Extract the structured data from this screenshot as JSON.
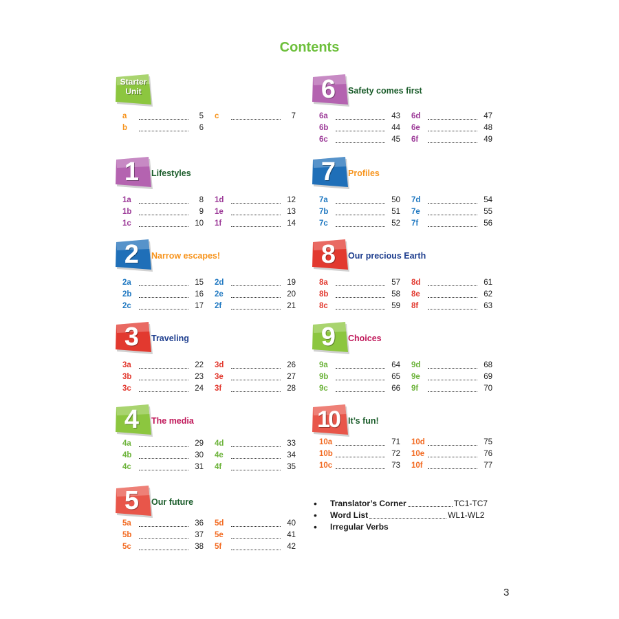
{
  "title": "Contents",
  "page_number": "3",
  "colors": {
    "title": "#6cbf3a"
  },
  "units": [
    {
      "id": "starter",
      "badge": "Starter Unit",
      "badge_lines": [
        "Starter",
        "Unit"
      ],
      "title": "",
      "badge_color": "#8cc63f",
      "title_color": "#1a5c2a",
      "code_color": "#f7941d",
      "columns": [
        [
          {
            "code": "a",
            "page": "5"
          },
          {
            "code": "b",
            "page": "6"
          }
        ],
        [
          {
            "code": "c",
            "page": "7"
          }
        ]
      ]
    },
    {
      "id": "1",
      "badge": "1",
      "title": "Lifestyles",
      "badge_color": "#b463b0",
      "title_color": "#1a5c2a",
      "code_color": "#9c3a98",
      "columns": [
        [
          {
            "code": "1a",
            "page": "8"
          },
          {
            "code": "1b",
            "page": "9"
          },
          {
            "code": "1c",
            "page": "10"
          }
        ],
        [
          {
            "code": "1d",
            "page": "12"
          },
          {
            "code": "1e",
            "page": "13"
          },
          {
            "code": "1f",
            "page": "14"
          }
        ]
      ]
    },
    {
      "id": "2",
      "badge": "2",
      "title": "Narrow escapes!",
      "badge_color": "#1f6fb8",
      "title_color": "#f7941d",
      "code_color": "#1f78c1",
      "columns": [
        [
          {
            "code": "2a",
            "page": "15"
          },
          {
            "code": "2b",
            "page": "16"
          },
          {
            "code": "2c",
            "page": "17"
          }
        ],
        [
          {
            "code": "2d",
            "page": "19"
          },
          {
            "code": "2e",
            "page": "20"
          },
          {
            "code": "2f",
            "page": "21"
          }
        ]
      ]
    },
    {
      "id": "3",
      "badge": "3",
      "title": "Traveling",
      "badge_color": "#e2392f",
      "title_color": "#1f3f8f",
      "code_color": "#e2392f",
      "columns": [
        [
          {
            "code": "3a",
            "page": "22"
          },
          {
            "code": "3b",
            "page": "23"
          },
          {
            "code": "3c",
            "page": "24"
          }
        ],
        [
          {
            "code": "3d",
            "page": "26"
          },
          {
            "code": "3e",
            "page": "27"
          },
          {
            "code": "3f",
            "page": "28"
          }
        ]
      ]
    },
    {
      "id": "4",
      "badge": "4",
      "title": "The media",
      "badge_color": "#8cc63f",
      "title_color": "#c0185a",
      "code_color": "#6cb33a",
      "columns": [
        [
          {
            "code": "4a",
            "page": "29"
          },
          {
            "code": "4b",
            "page": "30"
          },
          {
            "code": "4c",
            "page": "31"
          }
        ],
        [
          {
            "code": "4d",
            "page": "33"
          },
          {
            "code": "4e",
            "page": "34"
          },
          {
            "code": "4f",
            "page": "35"
          }
        ]
      ]
    },
    {
      "id": "5",
      "badge": "5",
      "title": "Our future",
      "badge_color": "#e8564a",
      "title_color": "#1a5c2a",
      "code_color": "#f26a21",
      "columns": [
        [
          {
            "code": "5a",
            "page": "36"
          },
          {
            "code": "5b",
            "page": "37"
          },
          {
            "code": "5c",
            "page": "38"
          }
        ],
        [
          {
            "code": "5d",
            "page": "40"
          },
          {
            "code": "5e",
            "page": "41"
          },
          {
            "code": "5f",
            "page": "42"
          }
        ]
      ]
    },
    {
      "id": "6",
      "badge": "6",
      "title": "Safety comes first",
      "badge_color": "#b463b0",
      "title_color": "#1a5c2a",
      "code_color": "#9c3a98",
      "columns": [
        [
          {
            "code": "6a",
            "page": "43"
          },
          {
            "code": "6b",
            "page": "44"
          },
          {
            "code": "6c",
            "page": "45"
          }
        ],
        [
          {
            "code": "6d",
            "page": "47"
          },
          {
            "code": "6e",
            "page": "48"
          },
          {
            "code": "6f",
            "page": "49"
          }
        ]
      ]
    },
    {
      "id": "7",
      "badge": "7",
      "title": "Profiles",
      "badge_color": "#1f6fb8",
      "title_color": "#f7941d",
      "code_color": "#1f78c1",
      "columns": [
        [
          {
            "code": "7a",
            "page": "50"
          },
          {
            "code": "7b",
            "page": "51"
          },
          {
            "code": "7c",
            "page": "52"
          }
        ],
        [
          {
            "code": "7d",
            "page": "54"
          },
          {
            "code": "7e",
            "page": "55"
          },
          {
            "code": "7f",
            "page": "56"
          }
        ]
      ]
    },
    {
      "id": "8",
      "badge": "8",
      "title": "Our precious Earth",
      "badge_color": "#e2392f",
      "title_color": "#1f3f8f",
      "code_color": "#e2392f",
      "columns": [
        [
          {
            "code": "8a",
            "page": "57"
          },
          {
            "code": "8b",
            "page": "58"
          },
          {
            "code": "8c",
            "page": "59"
          }
        ],
        [
          {
            "code": "8d",
            "page": "61"
          },
          {
            "code": "8e",
            "page": "62"
          },
          {
            "code": "8f",
            "page": "63"
          }
        ]
      ]
    },
    {
      "id": "9",
      "badge": "9",
      "title": "Choices",
      "badge_color": "#8cc63f",
      "title_color": "#c0185a",
      "code_color": "#6cb33a",
      "columns": [
        [
          {
            "code": "9a",
            "page": "64"
          },
          {
            "code": "9b",
            "page": "65"
          },
          {
            "code": "9c",
            "page": "66"
          }
        ],
        [
          {
            "code": "9d",
            "page": "68"
          },
          {
            "code": "9e",
            "page": "69"
          },
          {
            "code": "9f",
            "page": "70"
          }
        ]
      ]
    },
    {
      "id": "10",
      "badge": "10",
      "title": "It’s fun!",
      "badge_color": "#e8564a",
      "title_color": "#1a5c2a",
      "code_color": "#f26a21",
      "columns": [
        [
          {
            "code": "10a",
            "page": "71"
          },
          {
            "code": "10b",
            "page": "72"
          },
          {
            "code": "10c",
            "page": "73"
          }
        ],
        [
          {
            "code": "10d",
            "page": "75"
          },
          {
            "code": "10e",
            "page": "76"
          },
          {
            "code": "10f",
            "page": "77"
          }
        ]
      ]
    }
  ],
  "extras": [
    {
      "bullet": "•",
      "label": "Translator’s Corner",
      "pages": "TC1-TC7"
    },
    {
      "bullet": "•",
      "label": "Word List",
      "pages": "WL1-WL2"
    },
    {
      "bullet": "•",
      "label": "Irregular Verbs",
      "pages": ""
    }
  ]
}
